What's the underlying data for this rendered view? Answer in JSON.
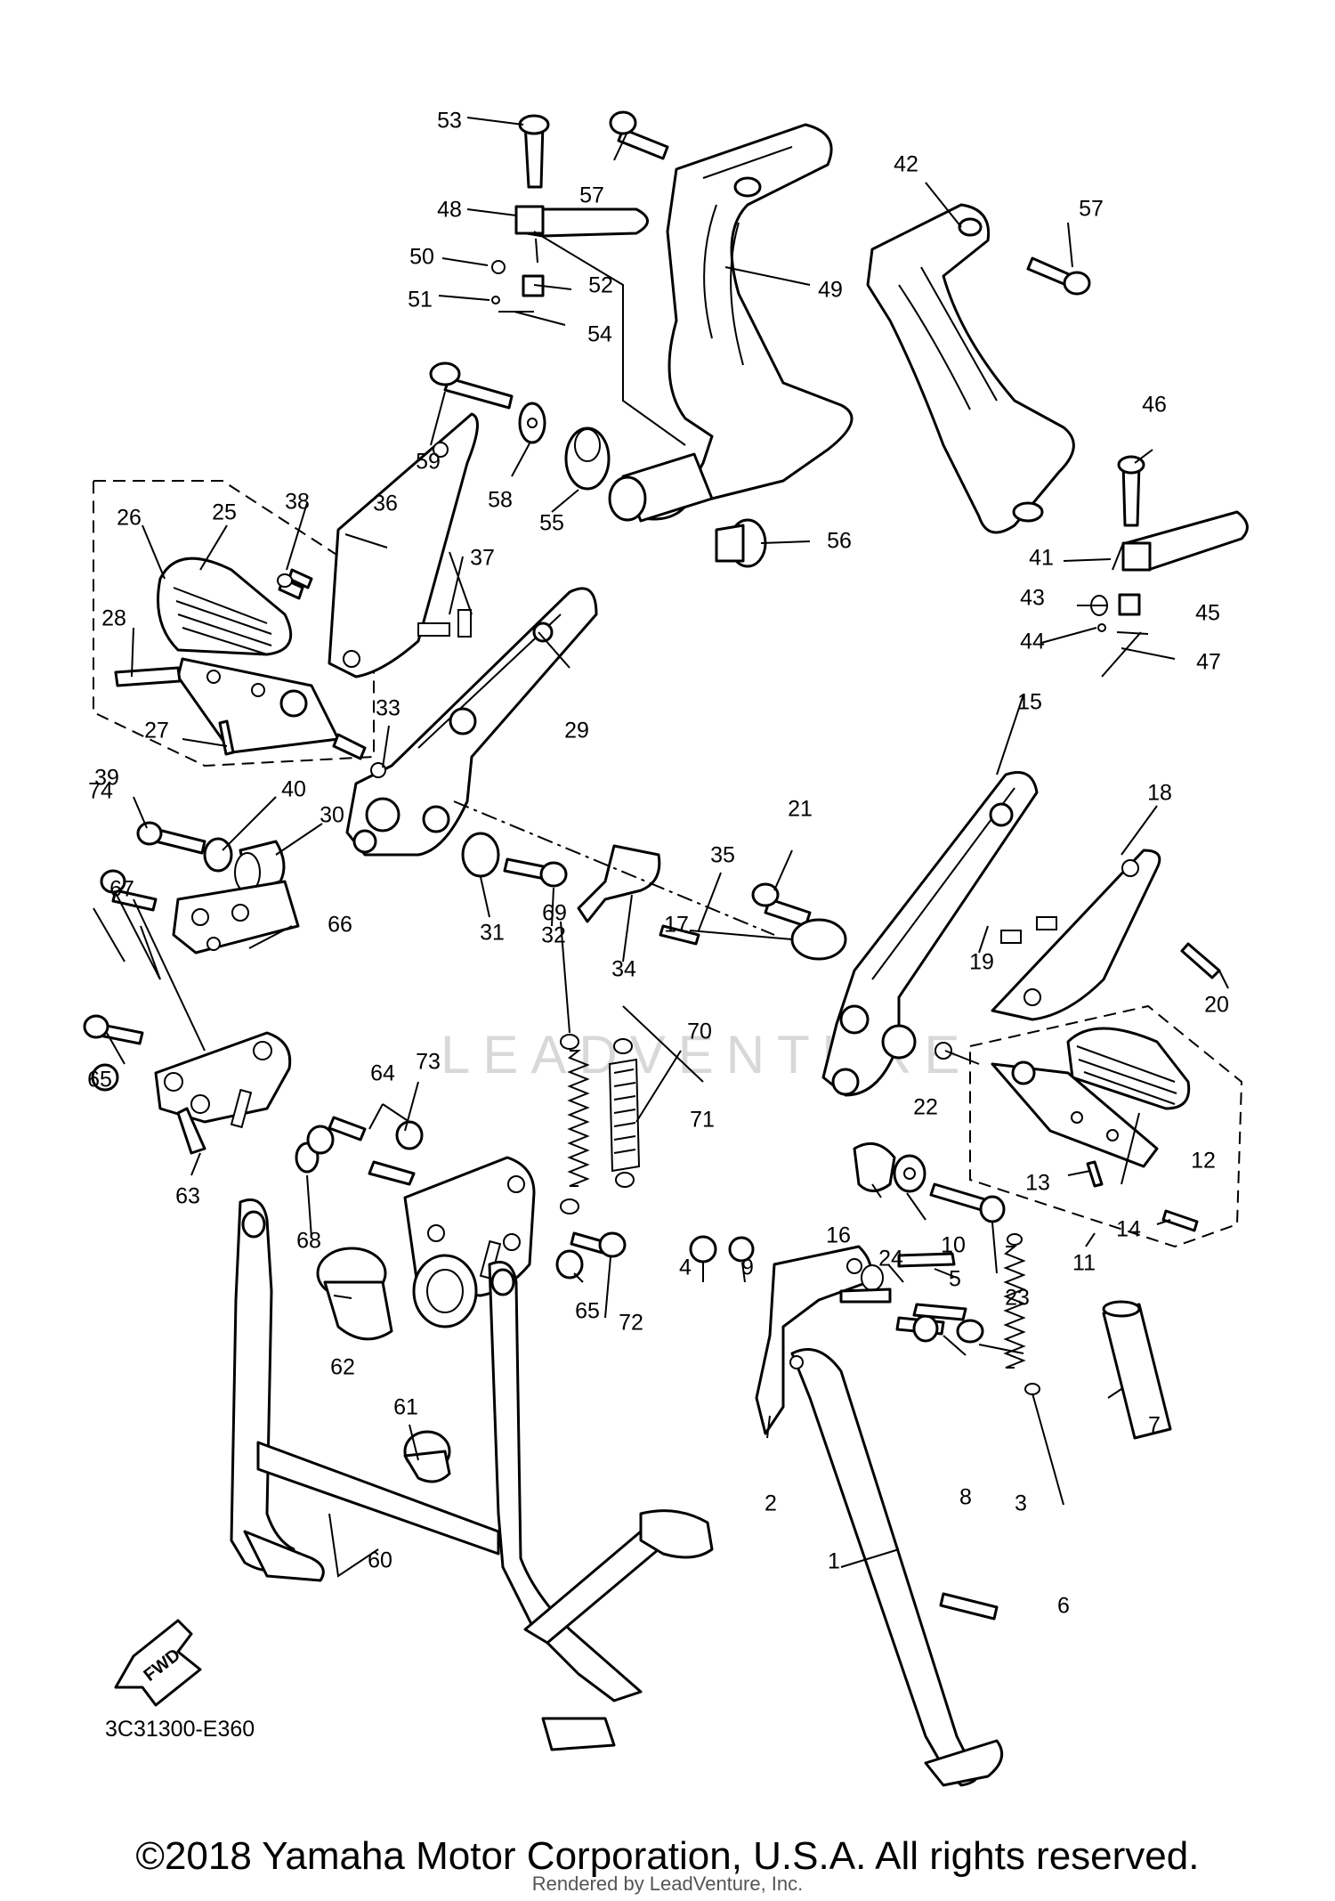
{
  "diagram": {
    "code": "3C31300-E360",
    "watermark": "LEADVENTURE",
    "fwd_label": "FWD",
    "copyright": "©2018 Yamaha Motor Corporation, U.S.A. All rights reserved.",
    "rendered_by": "Rendered by LeadVenture, Inc.",
    "callouts": [
      "1",
      "2",
      "3",
      "4",
      "5",
      "6",
      "7",
      "8",
      "9",
      "10",
      "11",
      "12",
      "13",
      "14",
      "15",
      "16",
      "17",
      "18",
      "19",
      "20",
      "21",
      "22",
      "23",
      "24",
      "25",
      "26",
      "27",
      "28",
      "29",
      "30",
      "31",
      "32",
      "33",
      "34",
      "35",
      "36",
      "37",
      "38",
      "39",
      "40",
      "41",
      "42",
      "43",
      "44",
      "45",
      "46",
      "47",
      "48",
      "49",
      "50",
      "51",
      "52",
      "53",
      "54",
      "55",
      "56",
      "57",
      "57",
      "58",
      "59",
      "60",
      "61",
      "62",
      "63",
      "64",
      "65",
      "65",
      "66",
      "67",
      "68",
      "69",
      "70",
      "71",
      "72",
      "73",
      "74"
    ]
  }
}
